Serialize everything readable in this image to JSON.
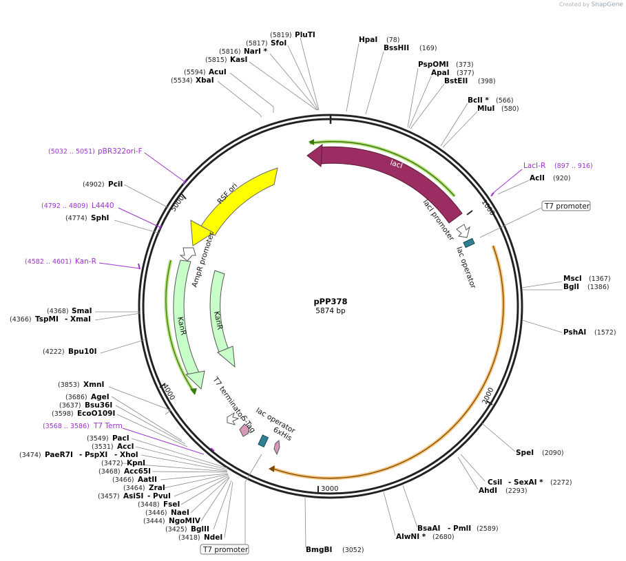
{
  "credit": {
    "prefix": "Created by",
    "brand": "SnapGene"
  },
  "plasmid": {
    "name": "pPP378",
    "length_label": "5874 bp",
    "length": 5874
  },
  "colors": {
    "lacI": "#9b2d62",
    "rsf_ori": "#ffff00",
    "kanR": "#c8ffc8",
    "promoter": "#ffffff",
    "operator": "#2f8090",
    "tag": "#d69ab8",
    "highlight_green": "#b6e07a",
    "highlight_orange": "#f5c27a",
    "primer": "#9a32cd"
  },
  "ticks": [
    {
      "pos": 1000,
      "label": "1000"
    },
    {
      "pos": 2000,
      "label": "2000"
    },
    {
      "pos": 3000,
      "label": "3000"
    },
    {
      "pos": 4000,
      "label": "4000"
    },
    {
      "pos": 5000,
      "label": "5000"
    }
  ],
  "enzymes": [
    {
      "name": "PluTI",
      "pos": "(5819)"
    },
    {
      "name": "SfoI",
      "pos": "(5817)"
    },
    {
      "name": "NarI *",
      "pos": "(5816)"
    },
    {
      "name": "KasI",
      "pos": "(5815)"
    },
    {
      "name": "AcuI",
      "pos": "(5594)"
    },
    {
      "name": "XbaI",
      "pos": "(5534)"
    },
    {
      "name": "HpaI",
      "pos": "(78)"
    },
    {
      "name": "BssHII",
      "pos": "(169)"
    },
    {
      "name": "PspOMI",
      "pos": "(373)"
    },
    {
      "name": "ApaI",
      "pos": "(377)"
    },
    {
      "name": "BstEII",
      "pos": "(398)"
    },
    {
      "name": "BclI *",
      "pos": "(566)"
    },
    {
      "name": "MluI",
      "pos": "(580)"
    },
    {
      "name": "AclI",
      "pos": "(920)"
    },
    {
      "name": "MscI",
      "pos": "(1367)"
    },
    {
      "name": "BglI",
      "pos": "(1386)"
    },
    {
      "name": "PshAI",
      "pos": "(1572)"
    },
    {
      "name": "SpeI",
      "pos": "(2090)"
    },
    {
      "name": "CsiI",
      "pos": ""
    },
    {
      "name": "- SexAI *",
      "pos": "(2272)"
    },
    {
      "name": "AhdI",
      "pos": "(2293)"
    },
    {
      "name": "BsaAI",
      "pos": ""
    },
    {
      "name": "- PmlI",
      "pos": "(2589)"
    },
    {
      "name": "AlwNI *",
      "pos": "(2680)"
    },
    {
      "name": "BmgBI",
      "pos": "(3052)"
    },
    {
      "name": "PciI",
      "pos": "(4902)"
    },
    {
      "name": "SphI",
      "pos": "(4774)"
    },
    {
      "name": "SmaI",
      "pos": "(4368)"
    },
    {
      "name": "TspMI",
      "pos": "(4366)"
    },
    {
      "name": "- XmaI",
      "pos": ""
    },
    {
      "name": "Bpu10I",
      "pos": "(4222)"
    },
    {
      "name": "XmnI",
      "pos": "(3853)"
    },
    {
      "name": "AgeI",
      "pos": "(3686)"
    },
    {
      "name": "Bsu36I",
      "pos": "(3637)"
    },
    {
      "name": "EcoO109I",
      "pos": "(3598)"
    },
    {
      "name": "PacI",
      "pos": "(3549)"
    },
    {
      "name": "AccI",
      "pos": "(3531)"
    },
    {
      "name": "PaeR7I",
      "pos": "(3474)"
    },
    {
      "name": "- PspXI",
      "pos": ""
    },
    {
      "name": "- XhoI",
      "pos": ""
    },
    {
      "name": "KpnI",
      "pos": "(3472)"
    },
    {
      "name": "Acc65I",
      "pos": "(3468)"
    },
    {
      "name": "AatII",
      "pos": "(3466)"
    },
    {
      "name": "ZraI",
      "pos": "(3464)"
    },
    {
      "name": "AsiSI",
      "pos": "(3457)"
    },
    {
      "name": "- PvuI",
      "pos": ""
    },
    {
      "name": "FseI",
      "pos": "(3448)"
    },
    {
      "name": "NaeI",
      "pos": "(3446)"
    },
    {
      "name": "NgoMIV",
      "pos": "(3444)"
    },
    {
      "name": "BglII",
      "pos": "(3425)"
    },
    {
      "name": "NdeI",
      "pos": "(3418)"
    }
  ],
  "primers": [
    {
      "name": "LacI-R",
      "pos": "(897 .. 916)"
    },
    {
      "name": "pBR322ori-F",
      "pos": "(5032 .. 5051)"
    },
    {
      "name": "L4440",
      "pos": "(4792 .. 4809)"
    },
    {
      "name": "Kan-R",
      "pos": "(4582 .. 4601)"
    },
    {
      "name": "T7 Term",
      "pos": "(3568 .. 3586)"
    }
  ],
  "boxed_labels": [
    {
      "name": "T7 promoter"
    },
    {
      "name": "T7 promoter"
    }
  ],
  "features": [
    {
      "name": "lacI"
    },
    {
      "name": "lacI promoter"
    },
    {
      "name": "lac operator"
    },
    {
      "name": "RSF ori"
    },
    {
      "name": "AmpR promoter"
    },
    {
      "name": "KanR"
    },
    {
      "name": "KanR"
    },
    {
      "name": "T7 terminator"
    },
    {
      "name": "lac operator"
    },
    {
      "name": "S-Tag"
    },
    {
      "name": "6xHis"
    }
  ]
}
